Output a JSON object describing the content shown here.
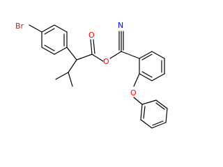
{
  "molecule": {
    "atoms": {
      "bromine": "Br",
      "nitrile_nitrogen": "N",
      "ester_carbonyl_oxygen": "O",
      "ester_oxygen": "O",
      "ether_oxygen": "O"
    },
    "colors": {
      "bond": "#000000",
      "bromine": "#a52a2a",
      "nitrogen": "#0000ff",
      "oxygen": "#ff0000"
    }
  }
}
